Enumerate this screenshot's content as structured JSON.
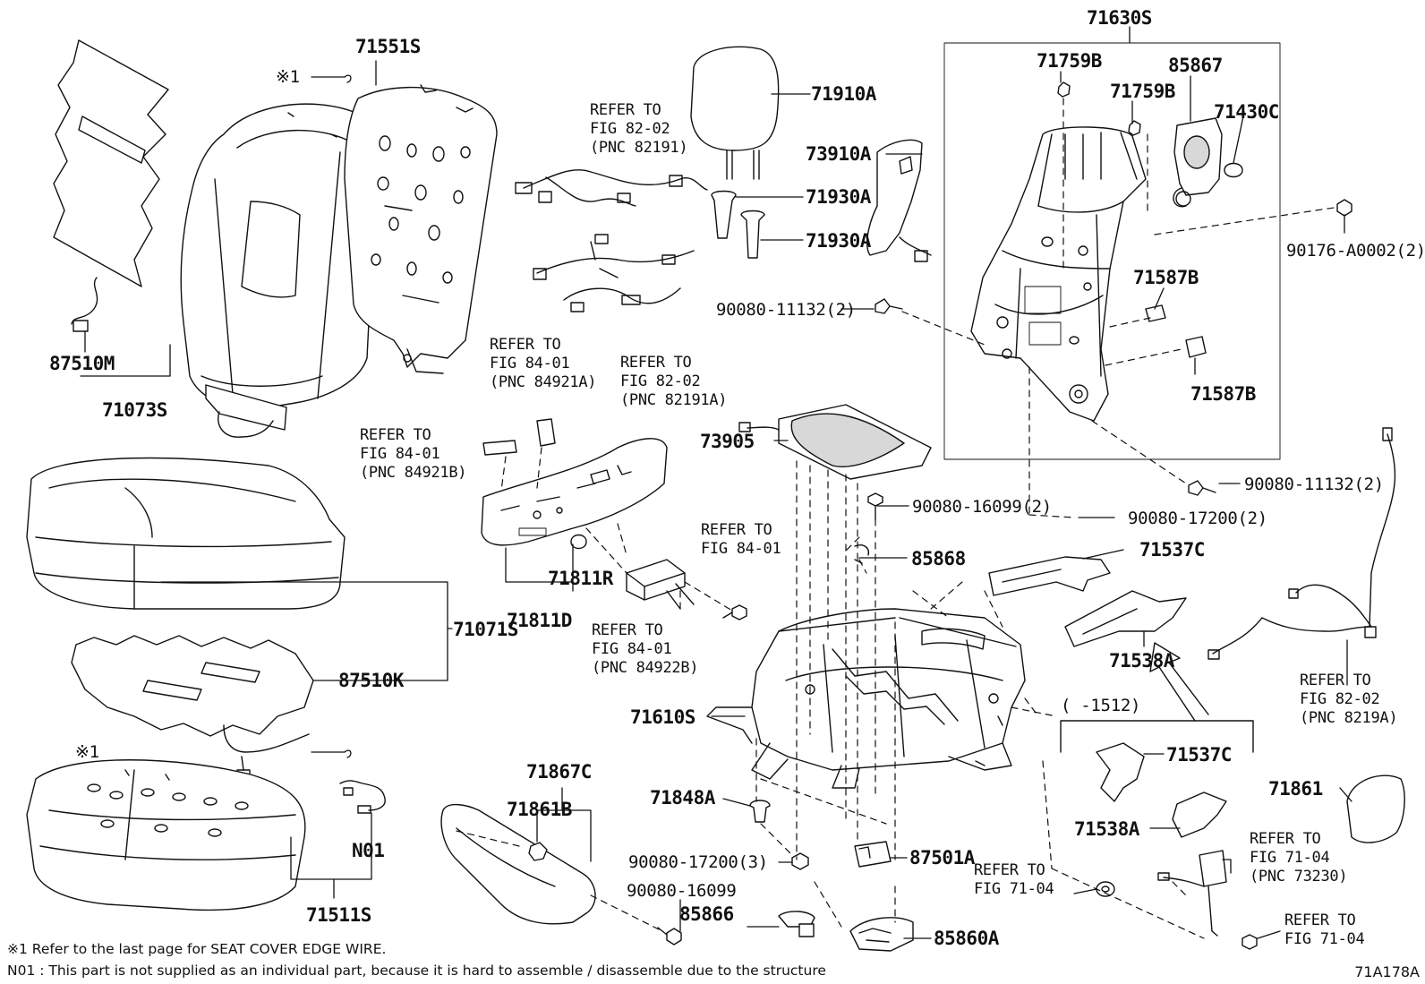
{
  "parts": {
    "p71630S": "71630S",
    "p71551S": "71551S",
    "p71910A": "71910A",
    "p73910A": "73910A",
    "p71930A_1": "71930A",
    "p71930A_2": "71930A",
    "p71759B_1": "71759B",
    "p71759B_2": "71759B",
    "p85867": "85867",
    "p71430C": "71430C",
    "p90176": "90176-A0002(2)",
    "p90080_11132_1": "90080-11132(2)",
    "p71587B_1": "71587B",
    "p71587B_2": "71587B",
    "p87510M": "87510M",
    "p71073S": "71073S",
    "p73905": "73905",
    "p90080_11132_2": "90080-11132(2)",
    "p90080_16099_2": "90080-16099(2)",
    "p90080_17200_2": "90080-17200(2)",
    "p85868": "85868",
    "p71537C_1": "71537C",
    "p71811R": "71811R",
    "p71811D": "71811D",
    "p71071S": "71071S",
    "p71538A_1": "71538A",
    "p87510K": "87510K",
    "p71610S": "71610S",
    "p1512": "(      -1512)",
    "p71537C_2": "71537C",
    "p71861": "71861",
    "p71867C": "71867C",
    "p71861B": "71861B",
    "p71848A": "71848A",
    "p71538A_2": "71538A",
    "pN01": "N01",
    "p90080_17200_3": "90080-17200(3)",
    "p87501A": "87501A",
    "p90080_16099": "90080-16099",
    "p71511S": "71511S",
    "p85866": "85866",
    "p85860A": "85860A",
    "mark1_top": "※1",
    "mark1_bottom": "※1"
  },
  "refs": {
    "r_82191": [
      "REFER TO",
      "FIG 82-02",
      "(PNC 82191)"
    ],
    "r_84921A": [
      "REFER TO",
      "FIG 84-01",
      "(PNC 84921A)"
    ],
    "r_82191A": [
      "REFER TO",
      "FIG 82-02",
      "(PNC 82191A)"
    ],
    "r_84921B": [
      "REFER TO",
      "FIG 84-01",
      "(PNC 84921B)"
    ],
    "r_84_01": [
      "REFER TO",
      "FIG 84-01"
    ],
    "r_84922B": [
      "REFER TO",
      "FIG 84-01",
      "(PNC 84922B)"
    ],
    "r_8219A": [
      "REFER TO",
      "FIG 82-02",
      "(PNC 8219A)"
    ],
    "r_73230": [
      "REFER TO",
      "FIG 71-04",
      "(PNC 73230)"
    ],
    "r_71_04_a": [
      "REFER TO",
      "FIG 71-04"
    ],
    "r_71_04_b": [
      "REFER TO",
      "FIG 71-04"
    ]
  },
  "notes": {
    "note1": "※1  Refer to the last page for SEAT COVER EDGE WIRE.",
    "noteN01": "N01 : This part is not supplied as an individual part, because it is hard to assemble / disassemble due to the structure"
  },
  "figure_code": "71A178A"
}
